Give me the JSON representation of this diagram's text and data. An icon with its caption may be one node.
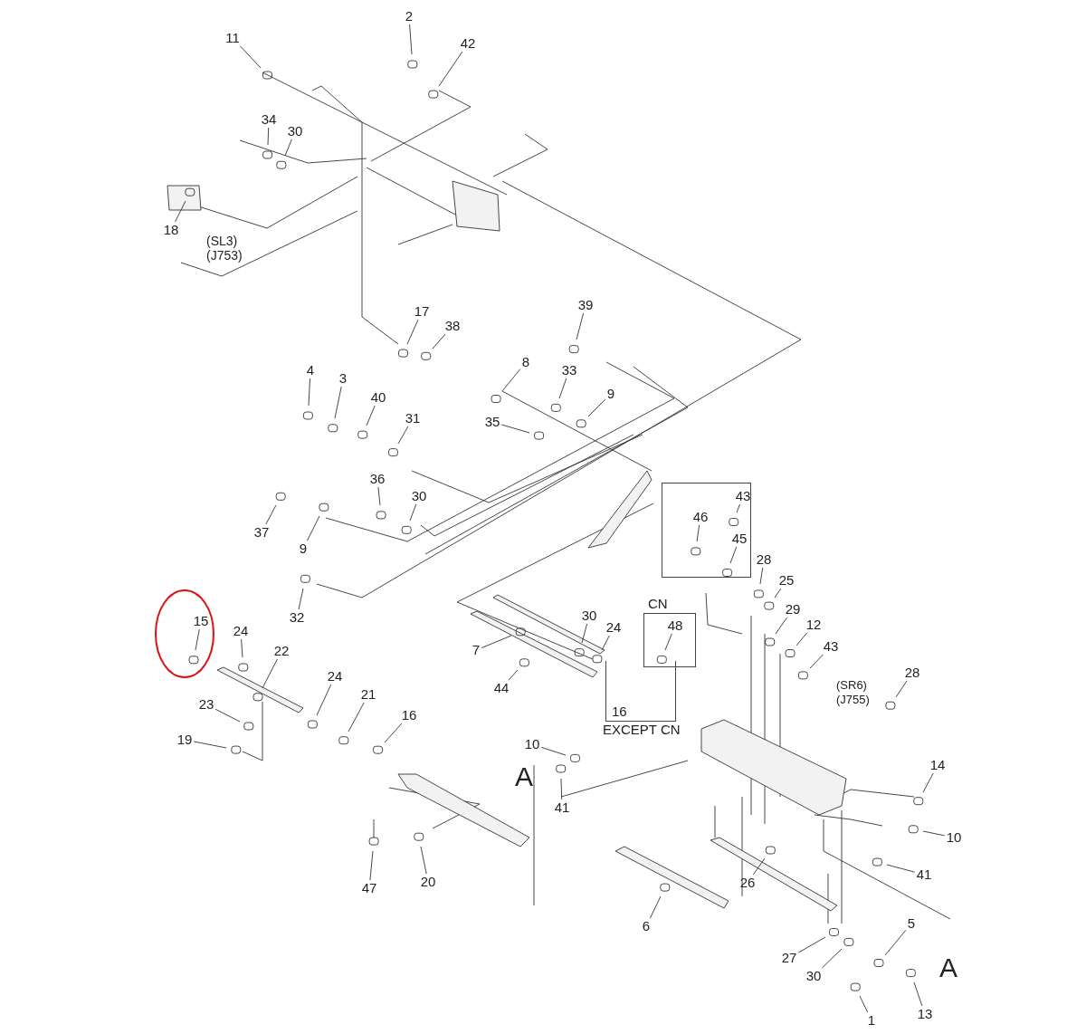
{
  "diagram": {
    "nodes": [
      {
        "text": [],
        "shape": "box"
      },
      {
        "text": [
          "CN"
        ]
      },
      {
        "text": [
          "16",
          "EXCEPT CN"
        ]
      },
      {
        "text": [
          "2"
        ]
      },
      {
        "text": [
          "42"
        ]
      },
      {
        "text": [
          "11"
        ]
      },
      {
        "text": [
          "34"
        ]
      },
      {
        "text": [
          "30"
        ]
      },
      {
        "text": [
          "18"
        ]
      },
      {
        "text": [
          "17"
        ]
      },
      {
        "text": [
          "38"
        ]
      },
      {
        "text": [
          "39"
        ]
      },
      {
        "text": [
          "4"
        ]
      },
      {
        "text": [
          "3"
        ]
      },
      {
        "text": [
          "8"
        ]
      },
      {
        "text": [
          "40"
        ]
      },
      {
        "text": [
          "33"
        ]
      },
      {
        "text": [
          "9"
        ]
      },
      {
        "text": [
          "31"
        ]
      },
      {
        "text": [
          "35"
        ]
      },
      {
        "text": [
          "36"
        ]
      },
      {
        "text": [
          "30"
        ]
      },
      {
        "text": [
          "37"
        ]
      },
      {
        "text": [
          "9"
        ]
      },
      {
        "text": [
          "32"
        ]
      },
      {
        "text": [
          "43"
        ],
        "in": 0
      },
      {
        "text": [
          "46"
        ],
        "in": 0
      },
      {
        "text": [
          "45"
        ],
        "in": 0
      },
      {
        "text": [
          "28"
        ]
      },
      {
        "text": [
          "25"
        ]
      },
      {
        "text": [
          "15"
        ]
      },
      {
        "text": [
          "24"
        ]
      },
      {
        "text": [
          "22"
        ]
      },
      {
        "text": [
          "30"
        ]
      },
      {
        "text": [
          "24"
        ]
      },
      {
        "text": [
          "7"
        ]
      },
      {
        "text": [
          "48"
        ],
        "in": 1
      },
      {
        "text": [
          "29"
        ]
      },
      {
        "text": [
          "12"
        ]
      },
      {
        "text": [
          "43"
        ]
      },
      {
        "text": [
          "28"
        ]
      },
      {
        "text": [
          "23"
        ]
      },
      {
        "text": [
          "24"
        ]
      },
      {
        "text": [
          "21"
        ]
      },
      {
        "text": [
          "16"
        ]
      },
      {
        "text": [
          "44"
        ]
      },
      {
        "text": [
          "19"
        ]
      },
      {
        "text": [
          "10"
        ]
      },
      {
        "text": [
          "41"
        ]
      },
      {
        "text": [
          "14"
        ]
      },
      {
        "text": [
          "10"
        ]
      },
      {
        "text": [
          "41"
        ]
      },
      {
        "text": [
          "47"
        ]
      },
      {
        "text": [
          "20"
        ]
      },
      {
        "text": [
          "6"
        ]
      },
      {
        "text": [
          "26"
        ]
      },
      {
        "text": [
          "5"
        ]
      },
      {
        "text": [
          "27"
        ]
      },
      {
        "text": [
          "30"
        ]
      },
      {
        "text": [
          "1"
        ]
      },
      {
        "text": [
          "13"
        ]
      }
    ],
    "edges": [
      {
        "from": 3,
        "to": null,
        "arrow": "none"
      },
      {
        "from": 4,
        "to": null,
        "arrow": "none"
      },
      {
        "from": 5,
        "to": null,
        "arrow": "none"
      },
      {
        "from": 6,
        "to": null,
        "arrow": "none"
      },
      {
        "from": 7,
        "to": null,
        "arrow": "none"
      },
      {
        "from": 8,
        "to": null,
        "arrow": "none"
      },
      {
        "from": 9,
        "to": null,
        "arrow": "none"
      },
      {
        "from": 10,
        "to": null,
        "arrow": "none"
      },
      {
        "from": 11,
        "to": null,
        "arrow": "none"
      },
      {
        "from": 12,
        "to": null,
        "arrow": "none"
      },
      {
        "from": 13,
        "to": null,
        "arrow": "none"
      },
      {
        "from": 14,
        "to": null,
        "arrow": "none"
      },
      {
        "from": 15,
        "to": null,
        "arrow": "none"
      },
      {
        "from": 16,
        "to": null,
        "arrow": "none"
      },
      {
        "from": 17,
        "to": null,
        "arrow": "none"
      },
      {
        "from": 18,
        "to": null,
        "arrow": "none"
      },
      {
        "from": 19,
        "to": null,
        "arrow": "none"
      },
      {
        "from": 20,
        "to": null,
        "arrow": "none"
      },
      {
        "from": 21,
        "to": null,
        "arrow": "none"
      },
      {
        "from": 22,
        "to": null,
        "arrow": "none"
      },
      {
        "from": 23,
        "to": null,
        "arrow": "none"
      },
      {
        "from": 24,
        "to": null,
        "arrow": "none"
      },
      {
        "from": 25,
        "to": null,
        "arrow": "none"
      },
      {
        "from": 26,
        "to": null,
        "arrow": "none"
      },
      {
        "from": 27,
        "to": null,
        "arrow": "none"
      },
      {
        "from": 28,
        "to": null,
        "arrow": "none"
      },
      {
        "from": 29,
        "to": null,
        "arrow": "none"
      },
      {
        "from": 30,
        "to": null,
        "arrow": "none"
      },
      {
        "from": 31,
        "to": null,
        "arrow": "none"
      },
      {
        "from": 32,
        "to": null,
        "arrow": "none"
      },
      {
        "from": 33,
        "to": null,
        "arrow": "none"
      },
      {
        "from": 34,
        "to": null,
        "arrow": "none"
      },
      {
        "from": 35,
        "to": null,
        "arrow": "none"
      },
      {
        "from": 36,
        "to": null,
        "arrow": "none"
      },
      {
        "from": 37,
        "to": null,
        "arrow": "none"
      },
      {
        "from": 38,
        "to": null,
        "arrow": "none"
      },
      {
        "from": 39,
        "to": null,
        "arrow": "none"
      },
      {
        "from": 40,
        "to": null,
        "arrow": "none"
      },
      {
        "from": 41,
        "to": null,
        "arrow": "none"
      },
      {
        "from": 42,
        "to": null,
        "arrow": "none"
      },
      {
        "from": 43,
        "to": null,
        "arrow": "none"
      },
      {
        "from": 44,
        "to": null,
        "arrow": "none"
      },
      {
        "from": 45,
        "to": null,
        "arrow": "none"
      },
      {
        "from": 46,
        "to": null,
        "arrow": "none"
      },
      {
        "from": 47,
        "to": null,
        "arrow": "none"
      },
      {
        "from": 48,
        "to": null,
        "arrow": "none"
      },
      {
        "from": 49,
        "to": null,
        "arrow": "none"
      },
      {
        "from": 50,
        "to": null,
        "arrow": "none"
      },
      {
        "from": 51,
        "to": null,
        "arrow": "none"
      },
      {
        "from": 52,
        "to": null,
        "arrow": "none"
      },
      {
        "from": 53,
        "to": null,
        "arrow": "none"
      },
      {
        "from": 54,
        "to": null,
        "arrow": "none"
      },
      {
        "from": 55,
        "to": null,
        "arrow": "none"
      },
      {
        "from": 56,
        "to": null,
        "arrow": "none"
      },
      {
        "from": 57,
        "to": null,
        "arrow": "none"
      },
      {
        "from": 58,
        "to": null,
        "arrow": "none"
      },
      {
        "from": 59,
        "to": null,
        "arrow": "none"
      },
      {
        "from": 60,
        "to": null,
        "arrow": "none"
      }
    ],
    "labels": [
      "(SL3)",
      "(J753)",
      "(SR6)",
      "(J755)",
      "A",
      "A"
    ]
  }
}
